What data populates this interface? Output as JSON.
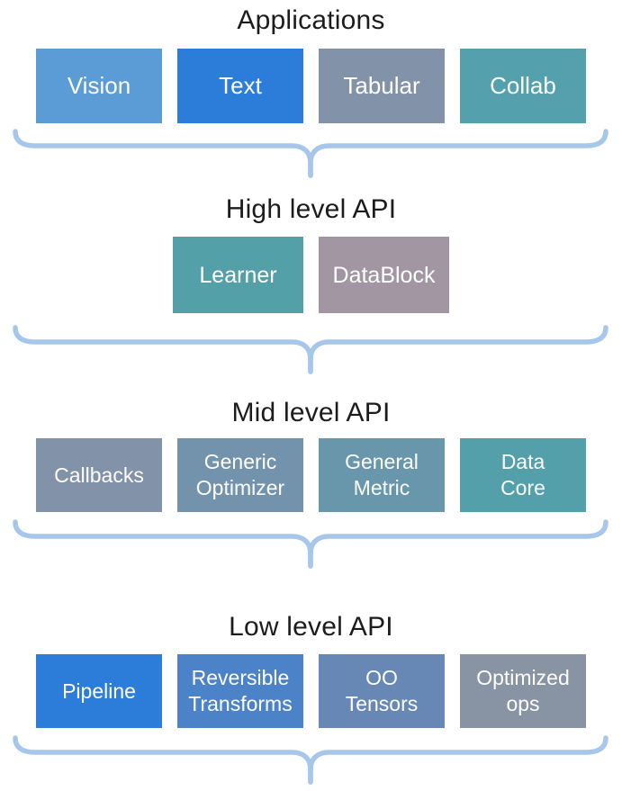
{
  "diagram": {
    "brace_color": "#A6C7E9",
    "title_color": "#1c1c1c",
    "box_text_color": "#ffffff"
  },
  "sections": [
    {
      "title": "Applications",
      "boxes": [
        {
          "label": "Vision",
          "color": "#5C9CD6"
        },
        {
          "label": "Text",
          "color": "#2C7CD9"
        },
        {
          "label": "Tabular",
          "color": "#8292A8"
        },
        {
          "label": "Collab",
          "color": "#54A0AC"
        }
      ]
    },
    {
      "title": "High level API",
      "boxes": [
        {
          "label": "Learner",
          "color": "#54A0A8"
        },
        {
          "label": "DataBlock",
          "color": "#A396A3"
        }
      ]
    },
    {
      "title": "Mid level API",
      "boxes": [
        {
          "label": "Callbacks",
          "color": "#8292A8"
        },
        {
          "label": "Generic\nOptimizer",
          "color": "#7392AC"
        },
        {
          "label": "General\nMetric",
          "color": "#6897AB"
        },
        {
          "label": "Data\nCore",
          "color": "#53A0AA"
        }
      ]
    },
    {
      "title": "Low level API",
      "boxes": [
        {
          "label": "Pipeline",
          "color": "#2C7CD9"
        },
        {
          "label": "Reversible\nTransforms",
          "color": "#4B82C8"
        },
        {
          "label": "OO\nTensors",
          "color": "#6788B4"
        },
        {
          "label": "Optimized\nops",
          "color": "#8893A4"
        }
      ]
    }
  ]
}
